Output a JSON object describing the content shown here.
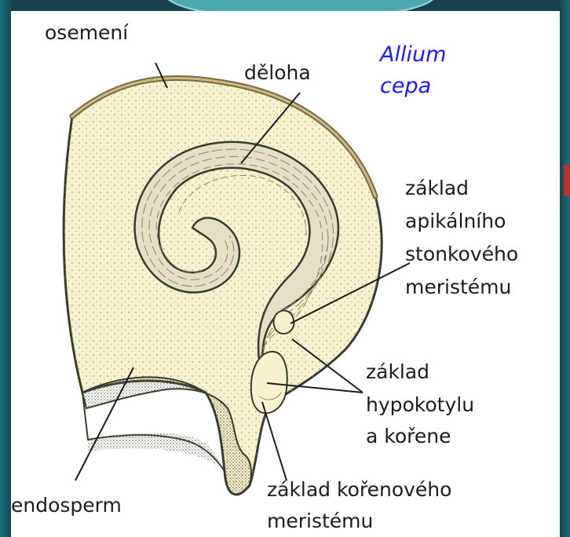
{
  "species": {
    "line1": "Allium",
    "line2": "cepa"
  },
  "labels": {
    "osemeni": "osemení",
    "deloha": "děloha",
    "apical": [
      "základ",
      "apikálního",
      "stonkového",
      "meristému"
    ],
    "hypocotyl": [
      "základ",
      "hypokotylu",
      "a kořene"
    ],
    "root_meristem": [
      "základ kořenového",
      "meristému"
    ],
    "endosperm": "endosperm"
  },
  "colors": {
    "seed_fill": "#f5f2cf",
    "cotyledon_fill": "#e4e0c6",
    "outline": "#3a3a2e",
    "background": "#17414f",
    "species_text": "#1a1aff"
  }
}
